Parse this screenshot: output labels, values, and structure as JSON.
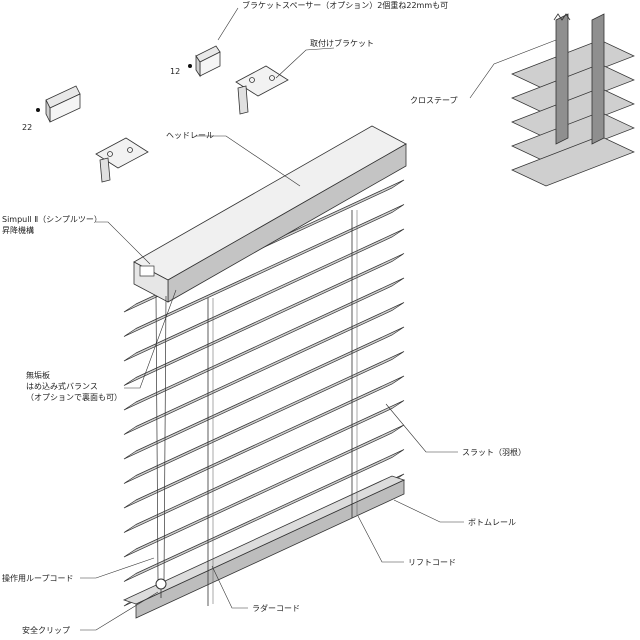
{
  "labels": {
    "bracket_spacer": "ブラケットスペーサー（オプション）2個重ね22mmも可",
    "mount_bracket": "取付けブラケット",
    "spacer_12": "12",
    "spacer_22": "22",
    "cross_tape": "クロステープ",
    "head_rail": "ヘッドレール",
    "simpull_line1": "Simpull Ⅱ（シンプルツー）",
    "simpull_line2": "昇降機構",
    "valance_line1": "無垢板",
    "valance_line2": "はめ込み式バランス",
    "valance_line3": "（オプションで裏面も可）",
    "slat": "スラット（羽根）",
    "bottom_rail": "ボトムレール",
    "lift_cord": "リフトコード",
    "loop_cord": "操作用ループコード",
    "ladder_cord": "ラダーコード",
    "safety_clip": "安全クリップ"
  },
  "colors": {
    "slat_face": "#cfcfcf",
    "slat_edge": "#9c9c9c",
    "rail_face": "#b9b9b9",
    "outline": "#333333",
    "tape": "#888888"
  }
}
